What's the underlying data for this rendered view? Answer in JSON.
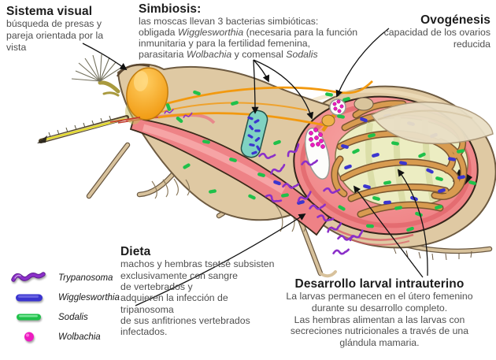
{
  "annotations": {
    "sistema_visual": {
      "heading": "Sistema visual",
      "lines": [
        "búsqueda de presas y",
        "pareja orientada por la",
        "vista"
      ]
    },
    "simbiosis": {
      "heading": "Simbiosis:",
      "line1": "las moscas llevan 3 bacterias simbióticas:",
      "line2": [
        "obligada ",
        "Wigglesworthia",
        " (necesaria para la función"
      ],
      "line3": "inmunitaria y para la fertilidad femenina,",
      "line4": [
        "parasitaria ",
        "Wolbachia",
        " y comensal ",
        "Sodalis"
      ]
    },
    "ovogenesis": {
      "heading": "Ovogénesis",
      "lines": [
        "capacidad de los ovarios",
        "reducida"
      ]
    },
    "dieta": {
      "heading": "Dieta",
      "lines": [
        "machos y hembras tsetsé subsisten",
        "exclusivamente con sangre",
        "de vertebrados y",
        "adquieren la infección de",
        "tripanosoma",
        "de sus anfitriones vertebrados",
        "infectados."
      ]
    },
    "desarrollo_larval": {
      "heading": "Desarrollo larval intrauterino",
      "lines": [
        "La larvas permanecen en el útero femenino",
        "durante su desarrollo completo.",
        "Las hembras alimentan a las larvas con",
        "secreciones nutricionales a través de una",
        "glándula mamaria."
      ]
    }
  },
  "legend": {
    "items": [
      {
        "name": "Trypanosoma",
        "color": "#8b2fc9",
        "icon": "trypanosoma-icon",
        "shape": "purple squiggle"
      },
      {
        "name": "Wigglesworthia",
        "color": "#3b35cf",
        "icon": "wigglesworthia-icon",
        "shape": "blue rod"
      },
      {
        "name": "Sodalis",
        "color": "#1fc14a",
        "icon": "sodalis-icon",
        "shape": "green rod"
      },
      {
        "name": "Wolbachia",
        "color": "#ed1cc0",
        "icon": "wolbachia-icon",
        "shape": "magenta dot"
      }
    ]
  },
  "colors": {
    "body_tan": "#dfc9a3",
    "gut_pink": "#ee8286",
    "eye_orange": "#f6a21c",
    "larva": "#ecedc2",
    "milk_gland": "#d89b50",
    "bacteriome_teal": "#7fd2c2",
    "nerve_orange": "#f2990f"
  }
}
